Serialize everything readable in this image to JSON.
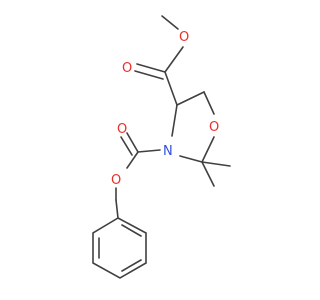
{
  "molecule": {
    "atoms": {
      "O_ester_carbonyl": "O",
      "O_ester_methoxy": "O",
      "O_ring": "O",
      "N_ring": "N",
      "O_carbamate_carbonyl": "O",
      "O_carbamate_ester": "O"
    },
    "colors": {
      "bond": "#404040",
      "oxygen": "#e8302a",
      "nitrogen": "#3050e0",
      "background": "#ffffff"
    }
  }
}
